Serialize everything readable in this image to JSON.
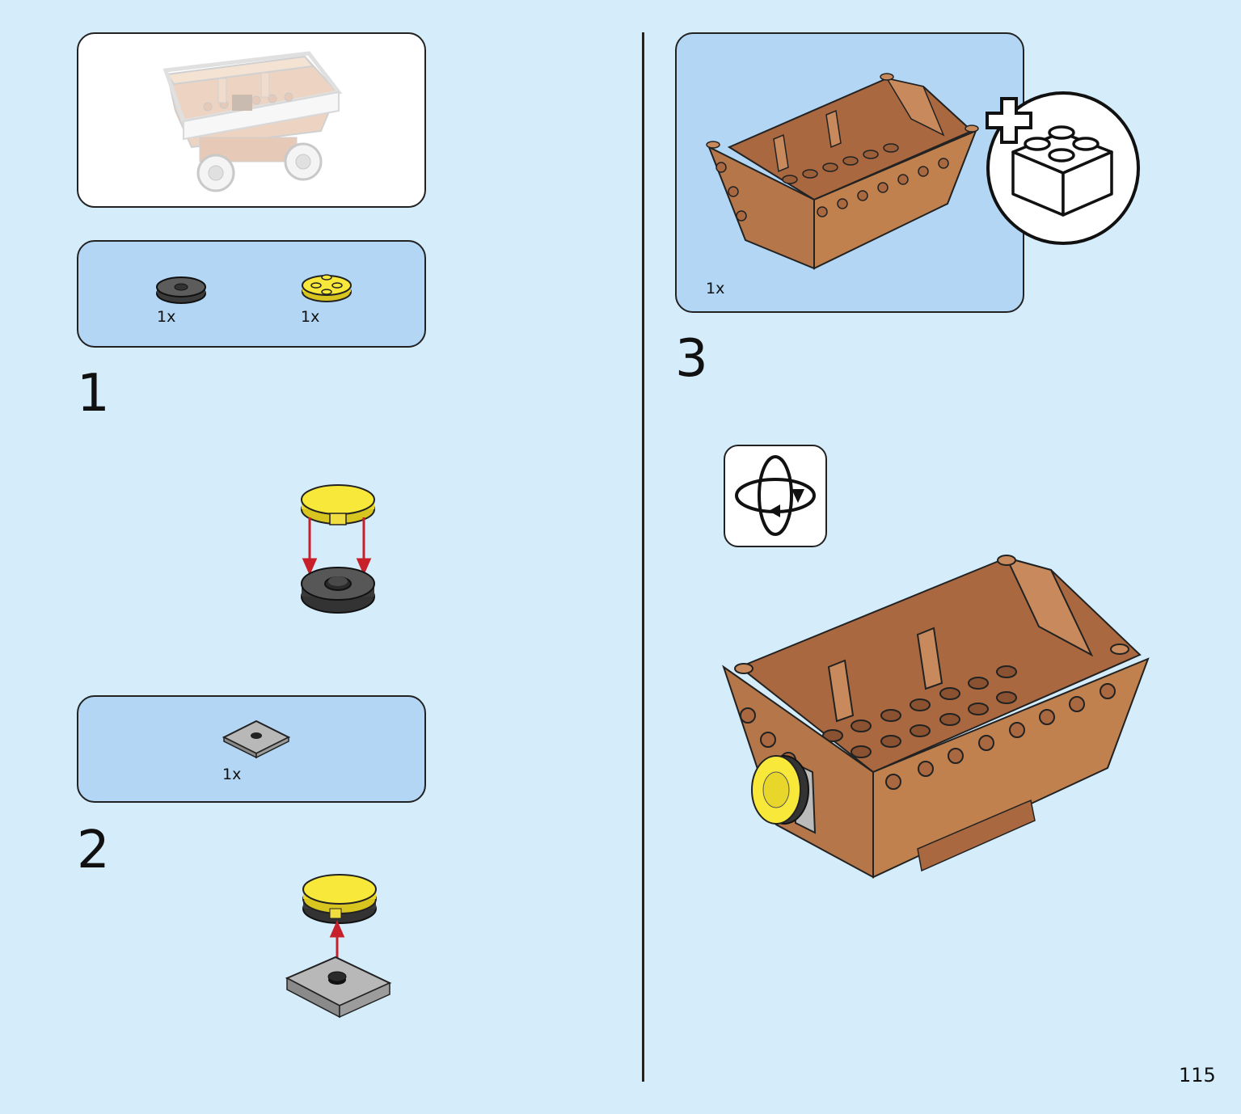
{
  "steps": [
    {
      "number": "1",
      "parts": [
        {
          "qty": "1x",
          "icon": "dark-gray-round-tile-icon"
        },
        {
          "qty": "1x",
          "icon": "yellow-round-plate-icon"
        }
      ]
    },
    {
      "number": "2",
      "parts": [
        {
          "qty": "1x",
          "icon": "gray-jumper-plate-icon"
        }
      ]
    },
    {
      "number": "3",
      "parts": [
        {
          "qty": "1x",
          "icon": "brown-mine-cart-bucket-icon"
        }
      ]
    }
  ],
  "page_number": "115",
  "icons": {
    "preview": "mine-cart-preview-icon",
    "add_brick": "add-brick-icon",
    "rotate": "rotate-model-icon"
  },
  "colors": {
    "background": "#d5ecfb",
    "parts_panel": "#b2d6f4",
    "brick_brown": "#b5764a",
    "trans_yellow": "#f7e83a",
    "arrow_red": "#c8202a"
  }
}
